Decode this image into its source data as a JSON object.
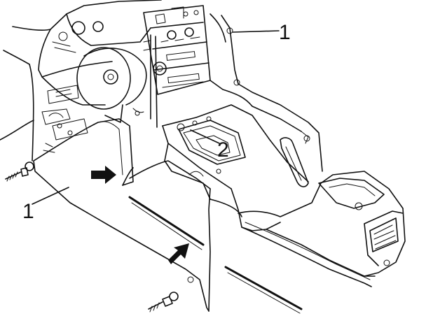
{
  "callouts": [
    {
      "id": "trim-panel-left",
      "label": "1"
    },
    {
      "id": "trim-panel-right",
      "label": "1"
    },
    {
      "id": "center-console",
      "label": "2"
    }
  ],
  "icons": [
    "arrow-pointer-icon",
    "screw-icon"
  ],
  "colors": {
    "ink": "#111111",
    "paper": "#ffffff"
  }
}
